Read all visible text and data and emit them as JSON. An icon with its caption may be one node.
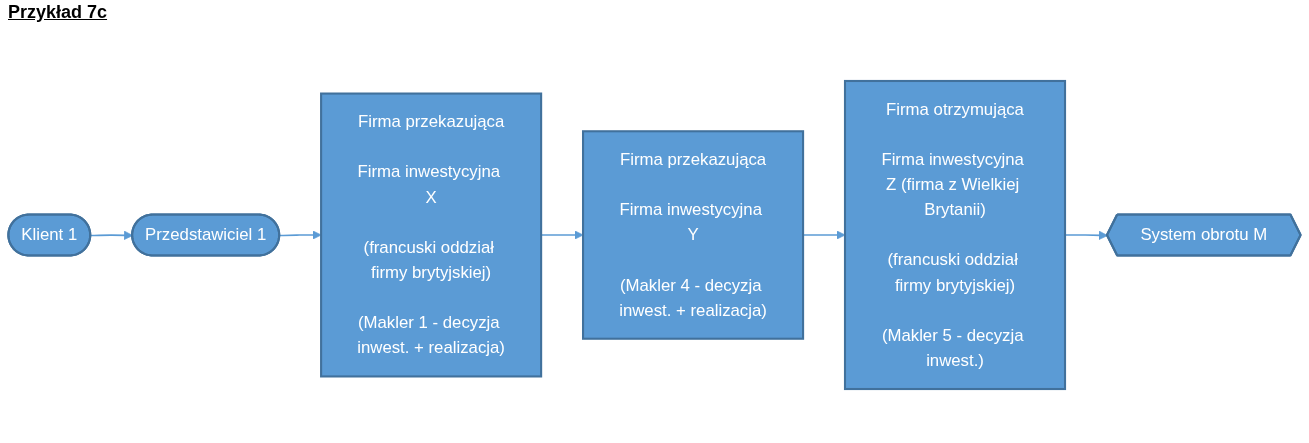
{
  "diagram": {
    "title": "Przykład 7c",
    "nodes": [
      {
        "text": [
          "Klient 1"
        ]
      },
      {
        "text": [
          "Przedstawiciel 1"
        ]
      },
      {
        "text": [
          "Firma przekazująca",
          "Firma inwestycyjna X",
          "(francuski oddział firmy brytyjskiej)",
          "(Makler 1 - decyzja inwest. + realizacja)"
        ]
      },
      {
        "text": [
          "Firma przekazująca",
          "Firma inwestycyjna Y",
          "(Makler 4 - decyzja inwest. + realizacja)"
        ]
      },
      {
        "text": [
          "Firma otrzymująca",
          "Firma inwestycyjna Z (firma z Wielkiej Brytanii)",
          "(francuski oddział firmy brytyjskiej)",
          "(Makler 5 - decyzja inwest.)"
        ]
      },
      {
        "text": [
          "System obrotu M"
        ]
      }
    ],
    "edges": [
      {
        "from": 0,
        "to": 1,
        "arrow": "to"
      },
      {
        "from": 1,
        "to": 2,
        "arrow": "to"
      },
      {
        "from": 2,
        "to": 3,
        "arrow": "to"
      },
      {
        "from": 3,
        "to": 4,
        "arrow": "to"
      },
      {
        "from": 4,
        "to": 5,
        "arrow": "to"
      }
    ]
  }
}
